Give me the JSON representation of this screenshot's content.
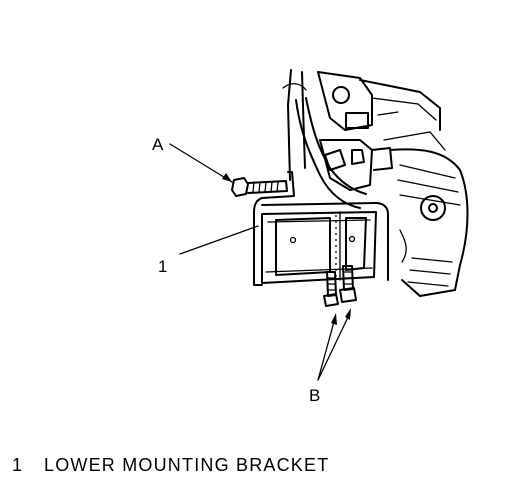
{
  "callouts": {
    "a": "A",
    "b": "B",
    "one": "1"
  },
  "legend": {
    "number": "1",
    "label": "LOWER MOUNTING BRACKET"
  }
}
